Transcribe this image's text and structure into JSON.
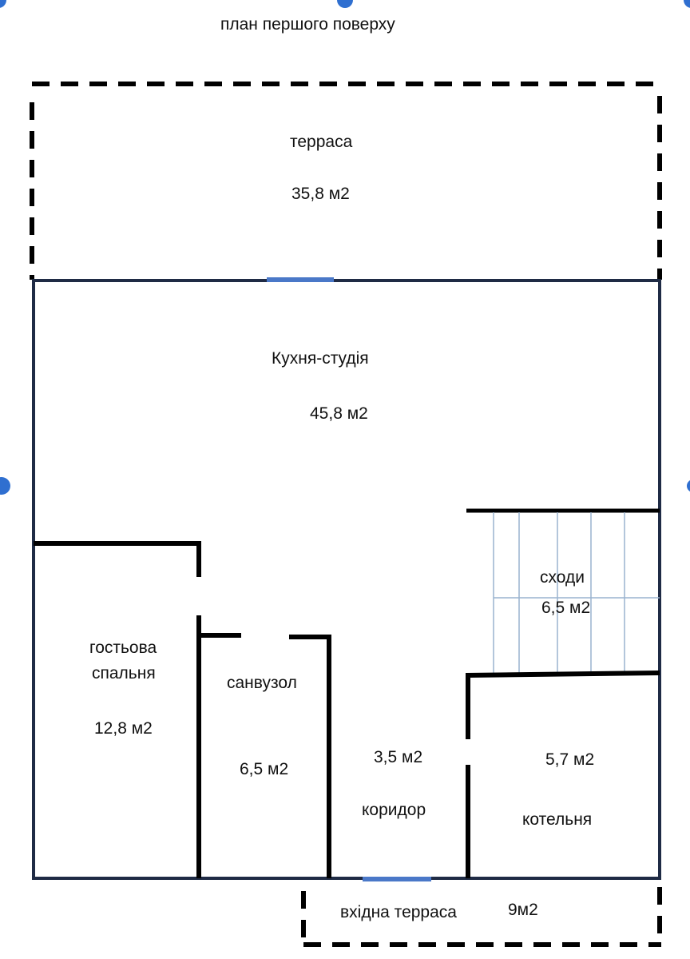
{
  "title": "план першого поверху",
  "rooms": {
    "terrace": {
      "name": "терраса",
      "area": "35,8 м2"
    },
    "kitchen_studio": {
      "name": "Кухня-студія",
      "area": "45,8 м2"
    },
    "stairs": {
      "name": "сходи",
      "area": "6,5 м2"
    },
    "guest_bedroom": {
      "name_line1": "гостьова",
      "name_line2": "спальня",
      "area": "12,8 м2"
    },
    "bathroom": {
      "name": "санвузол",
      "area": "6,5 м2"
    },
    "corridor": {
      "name": "коридор",
      "area": "3,5 м2"
    },
    "boiler_room": {
      "name": "котельня",
      "area": "5,7 м2"
    },
    "entrance_terrace": {
      "name": "вхідна терраса",
      "area": "9м2"
    }
  },
  "colors": {
    "wall": "#1f2b45",
    "partition": "#000000",
    "window": "#4a78c8",
    "stair_lines": "#9ab3cf",
    "selection_handle": "#2f6fd0"
  }
}
